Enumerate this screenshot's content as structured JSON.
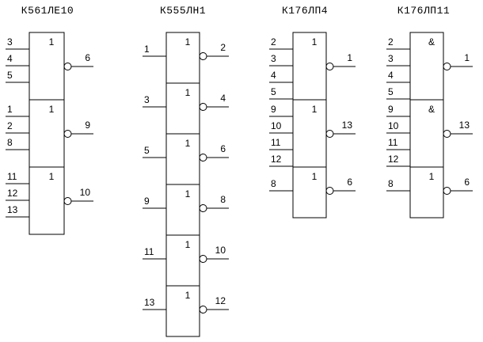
{
  "chips": [
    {
      "title": "К561ЛЕ10",
      "sections": [
        {
          "symbol": "1",
          "inputs": [
            "3",
            "4",
            "5"
          ],
          "output": "6"
        },
        {
          "symbol": "1",
          "inputs": [
            "1",
            "2",
            "8"
          ],
          "output": "9"
        },
        {
          "symbol": "1",
          "inputs": [
            "11",
            "12",
            "13"
          ],
          "output": "10"
        }
      ]
    },
    {
      "title": "К555ЛН1",
      "sections": [
        {
          "symbol": "1",
          "inputs": [
            "1"
          ],
          "output": "2"
        },
        {
          "symbol": "1",
          "inputs": [
            "3"
          ],
          "output": "4"
        },
        {
          "symbol": "1",
          "inputs": [
            "5"
          ],
          "output": "6"
        },
        {
          "symbol": "1",
          "inputs": [
            "9"
          ],
          "output": "8"
        },
        {
          "symbol": "1",
          "inputs": [
            "11"
          ],
          "output": "10"
        },
        {
          "symbol": "1",
          "inputs": [
            "13"
          ],
          "output": "12"
        }
      ]
    },
    {
      "title": "К176ЛП4",
      "sections": [
        {
          "symbol": "1",
          "inputs": [
            "2",
            "3",
            "4",
            "5"
          ],
          "output": "1"
        },
        {
          "symbol": "1",
          "inputs": [
            "9",
            "10",
            "11",
            "12"
          ],
          "output": "13"
        },
        {
          "symbol": "1",
          "inputs": [
            "8"
          ],
          "output": "6"
        }
      ]
    },
    {
      "title": "К176ЛП11",
      "sections": [
        {
          "symbol": "&",
          "inputs": [
            "2",
            "3",
            "4",
            "5"
          ],
          "output": "1"
        },
        {
          "symbol": "&",
          "inputs": [
            "9",
            "10",
            "11",
            "12"
          ],
          "output": "13"
        },
        {
          "symbol": "1",
          "inputs": [
            "8"
          ],
          "output": "6"
        }
      ]
    }
  ]
}
